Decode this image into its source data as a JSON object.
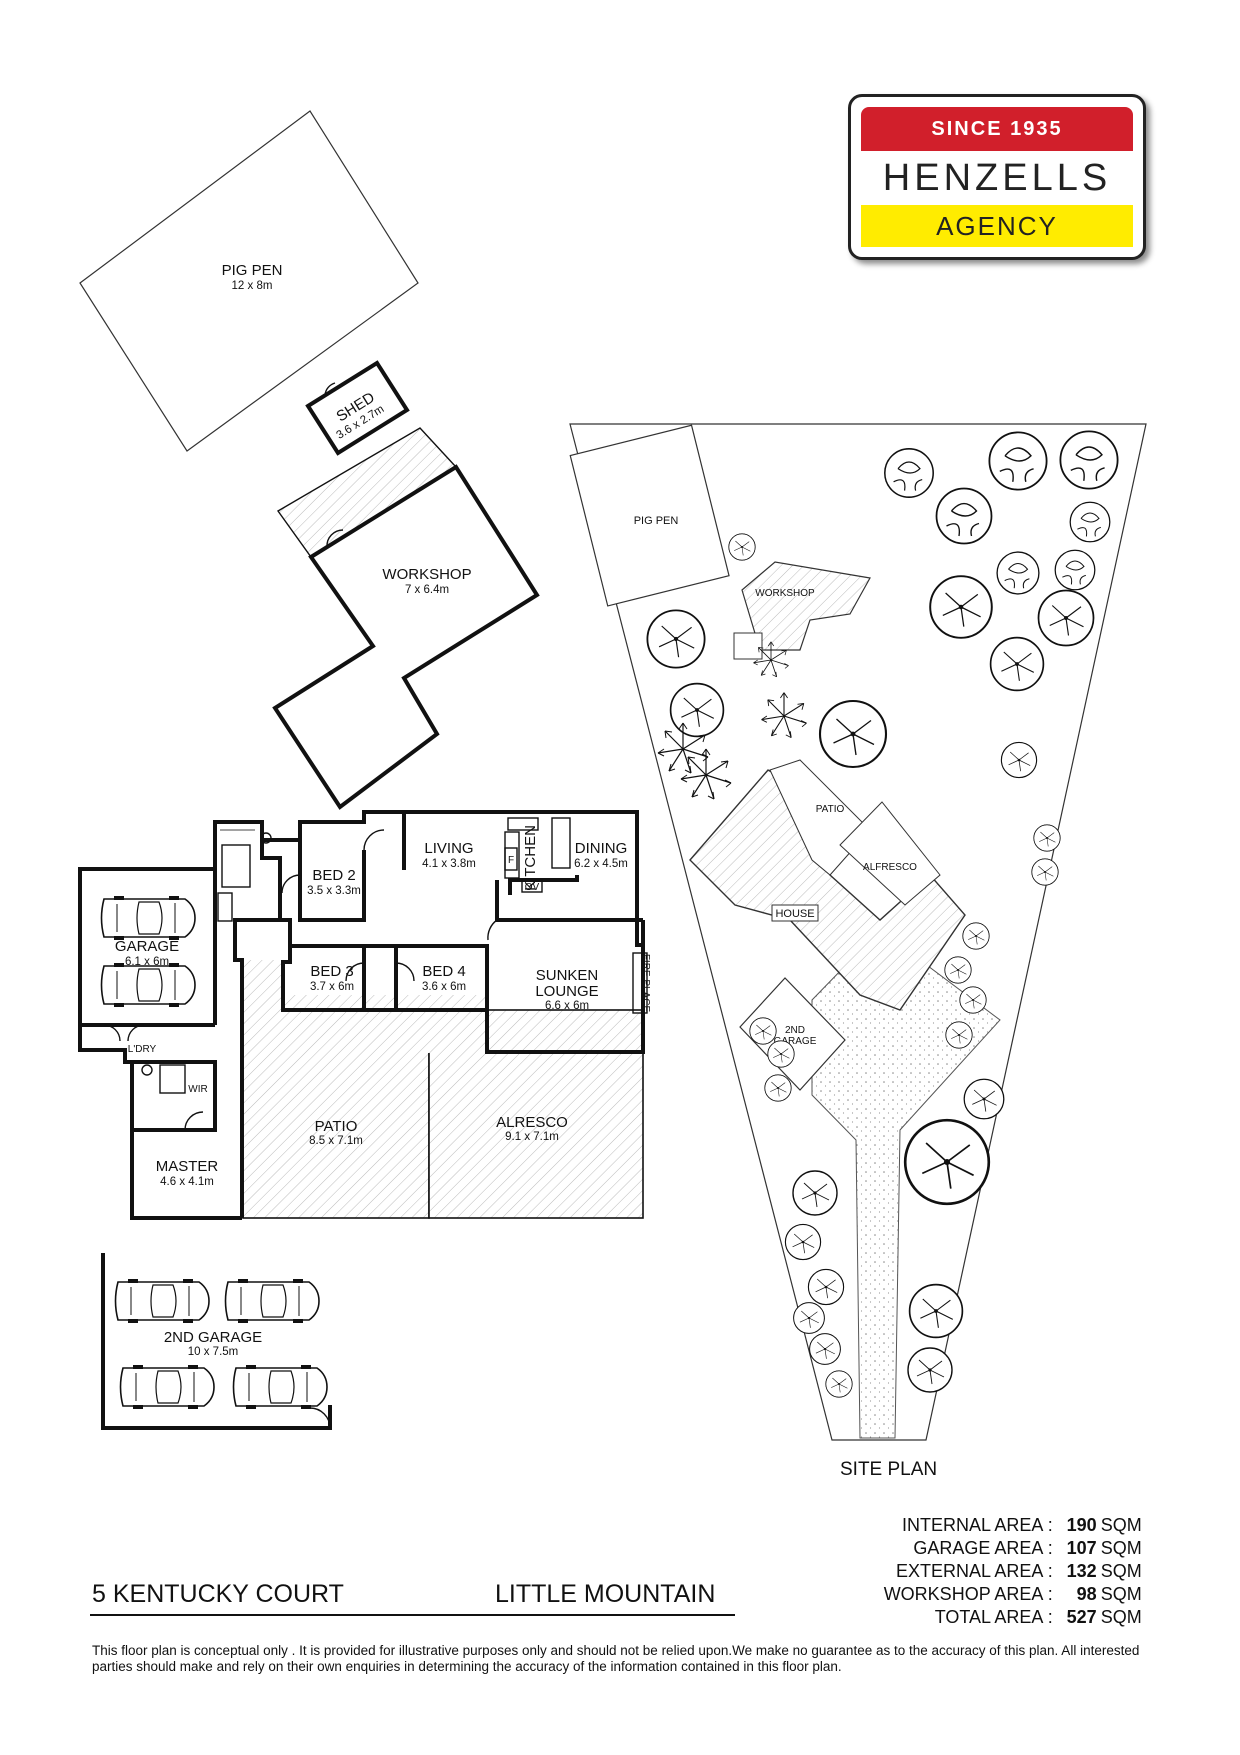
{
  "logo": {
    "since": "SINCE 1935",
    "name": "HENZELLS",
    "agency": "AGENCY",
    "colors": {
      "red": "#d11f2b",
      "yellow": "#ffec00"
    }
  },
  "floor_plan": {
    "pig_pen": {
      "name": "PIG PEN",
      "size": "12 x 8m"
    },
    "shed": {
      "name": "SHED",
      "size": "3.6 x 2.7m"
    },
    "workshop": {
      "name": "WORKSHOP",
      "size": "7 x 6.4m"
    },
    "living": {
      "name": "LIVING",
      "size": "4.1 x 3.8m"
    },
    "kitchen": {
      "name": "KITCHEN"
    },
    "fridge": "F",
    "oven": "OV",
    "dining": {
      "name": "DINING",
      "size": "6.2 x 4.5m"
    },
    "bed2": {
      "name": "BED 2",
      "size": "3.5 x 3.3m"
    },
    "garage": {
      "name": "GARAGE",
      "size": "6.1 x 6m"
    },
    "bed3": {
      "name": "BED 3",
      "size": "3.7 x 6m"
    },
    "bed4": {
      "name": "BED 4",
      "size": "3.6 x 6m"
    },
    "sunken_lounge": {
      "name_line1": "SUNKEN",
      "name_line2": "LOUNGE",
      "size": "6.6 x 6m"
    },
    "fire_place": "FIRE PLACE",
    "laundry": "L'DRY",
    "wir": "WIR",
    "master": {
      "name": "MASTER",
      "size": "4.6 x 4.1m"
    },
    "patio": {
      "name": "PATIO",
      "size": "8.5 x 7.1m"
    },
    "alresco": {
      "name": "ALRESCO",
      "size": "9.1 x 7.1m"
    },
    "second_garage": {
      "name": "2ND GARAGE",
      "size": "10 x 7.5m"
    }
  },
  "site_plan": {
    "title": "SITE PLAN",
    "pig_pen": "PIG PEN",
    "workshop": "WORKSHOP",
    "patio": "PATIO",
    "alfresco": "ALFRESCO",
    "house": "HOUSE",
    "garage_line1": "2ND",
    "garage_line2": "GARAGE"
  },
  "property": {
    "address": "5 KENTUCKY COURT",
    "suburb": "LITTLE MOUNTAIN"
  },
  "areas": [
    {
      "name": "INTERNAL  AREA",
      "value": "190",
      "unit": "SQM"
    },
    {
      "name": "GARAGE  AREA",
      "value": "107",
      "unit": "SQM"
    },
    {
      "name": "EXTERNAL AREA",
      "value": "132",
      "unit": "SQM"
    },
    {
      "name": "WORKSHOP AREA",
      "value": "98",
      "unit": "SQM"
    },
    {
      "name": "TOTAL AREA",
      "value": "527",
      "unit": "SQM"
    }
  ],
  "disclaimer": "This floor plan  is conceptual only . It is provided for illustrative purposes only and should not be relied upon.We make no guarantee as to the accuracy of this plan. All interested parties should make and rely on their own enquiries in determining the accuracy of the information contained in this floor plan."
}
